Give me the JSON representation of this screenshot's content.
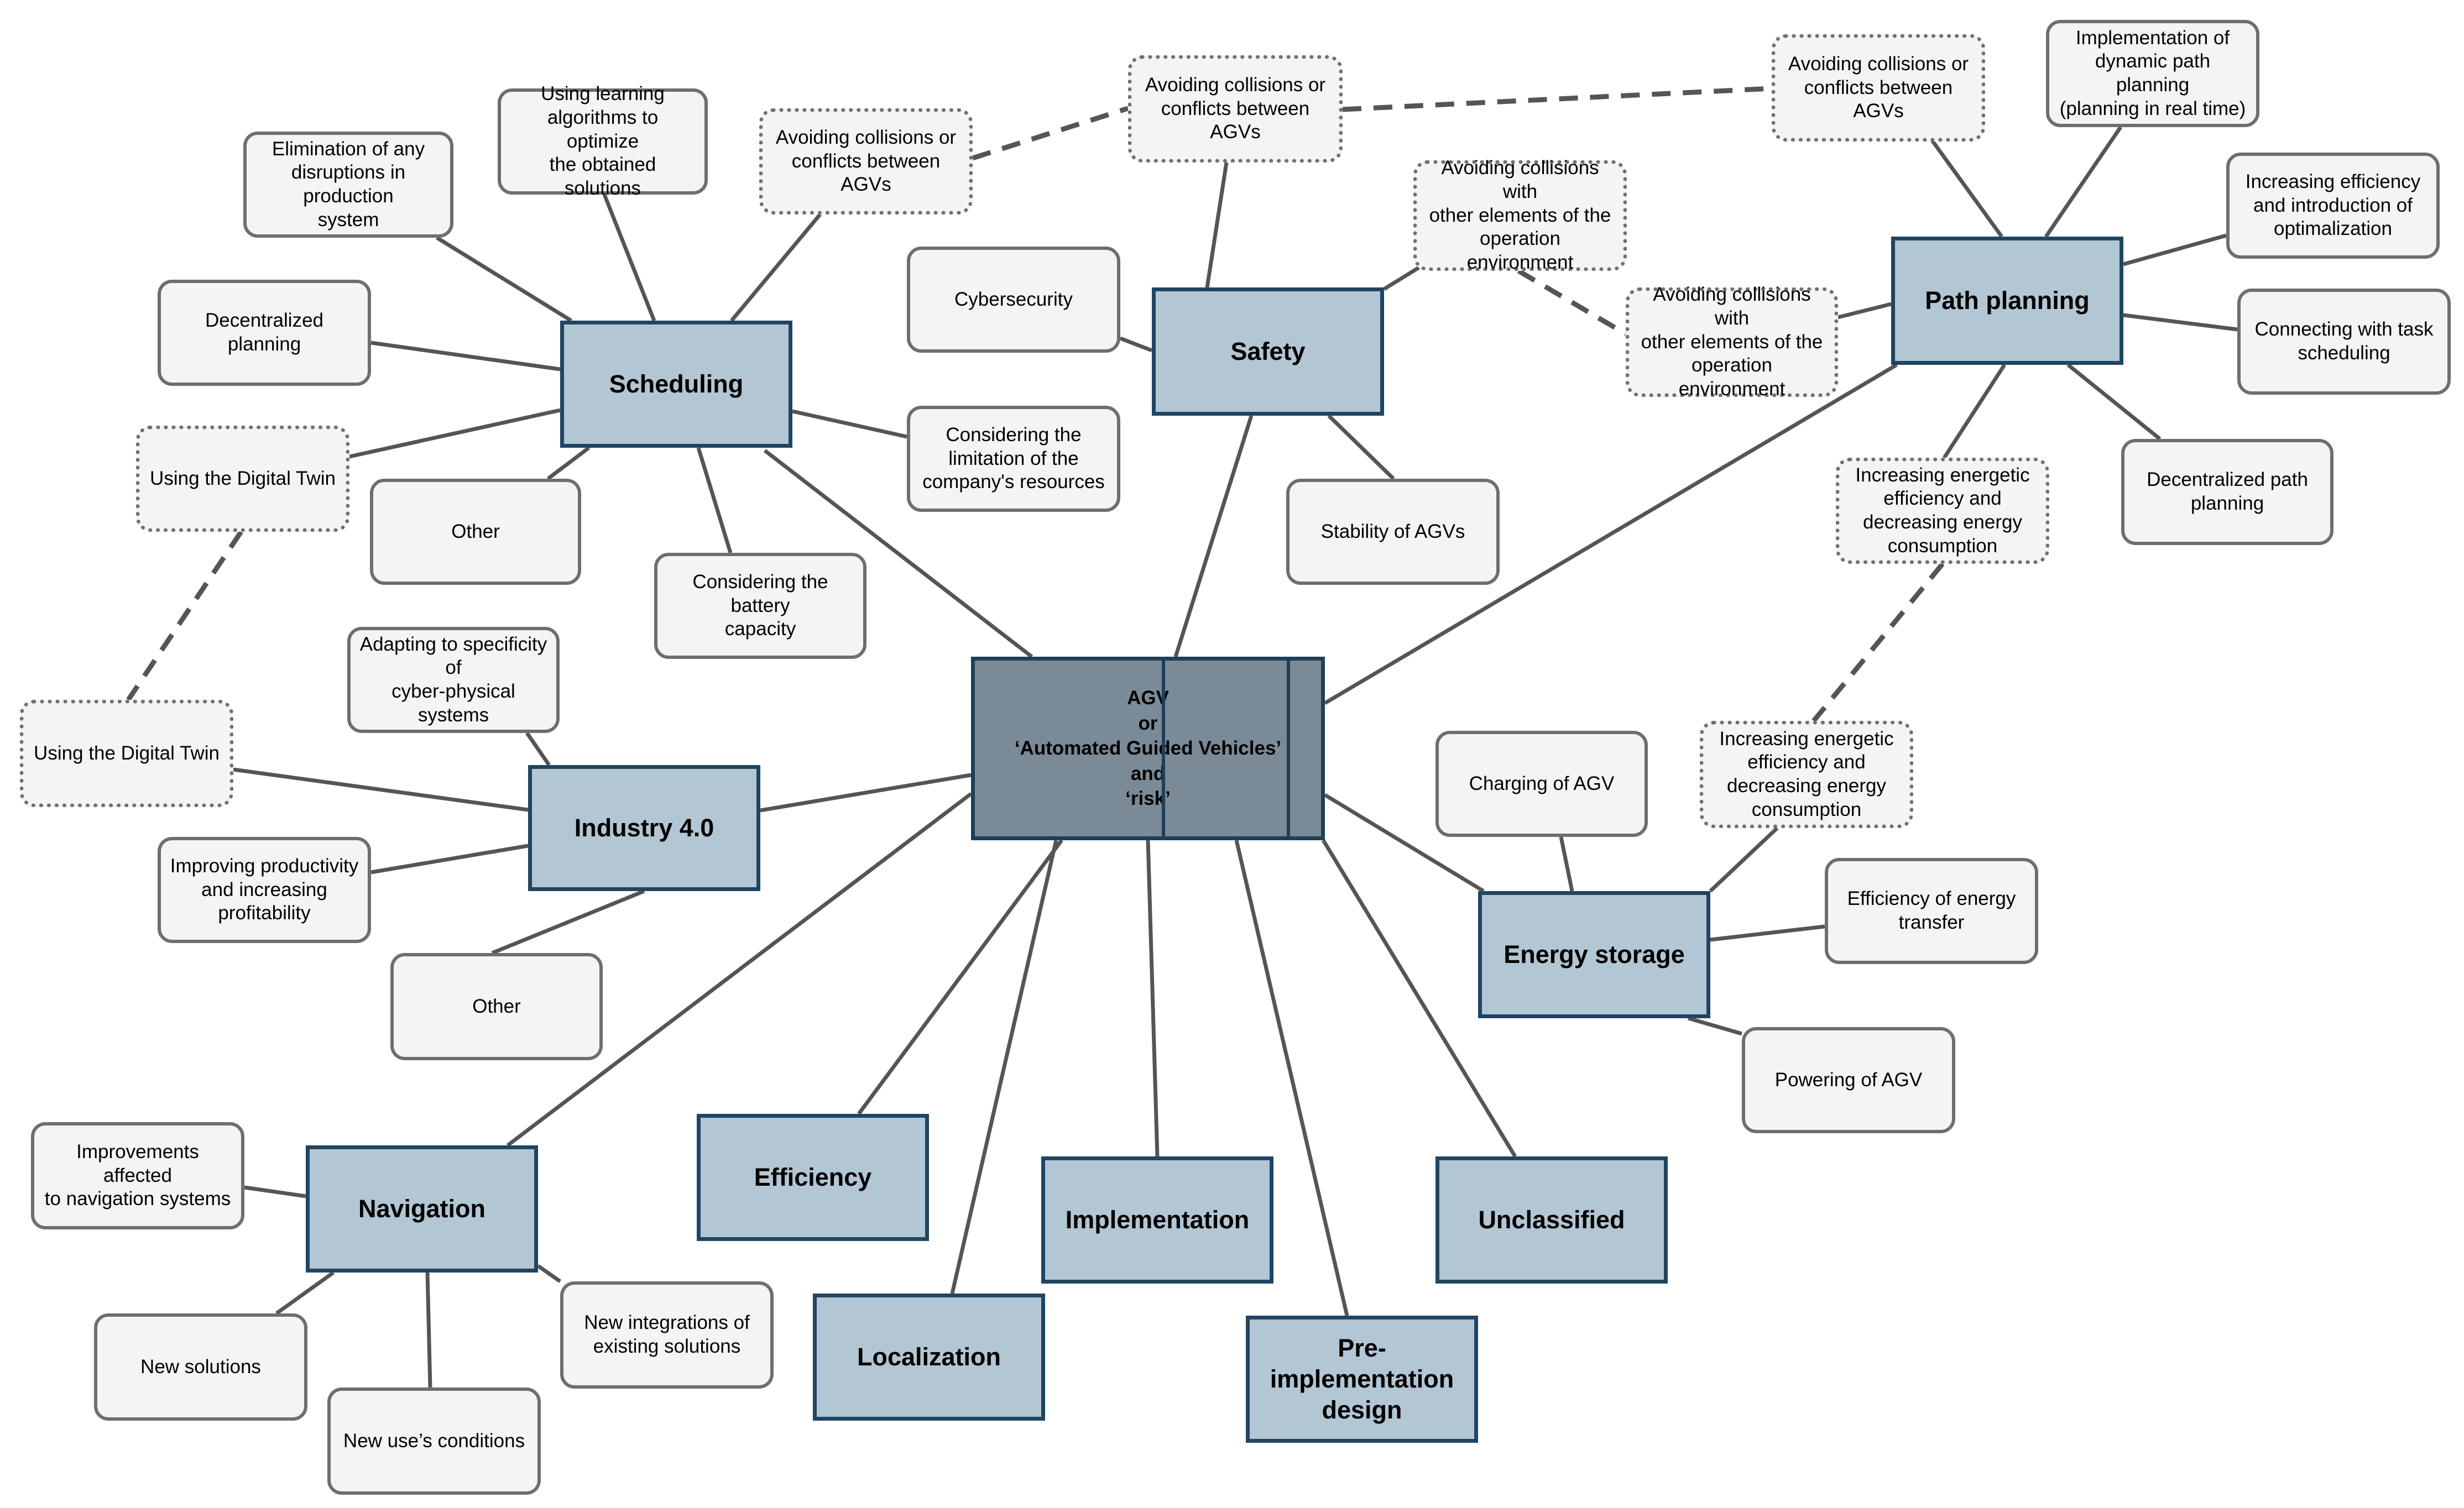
{
  "root": {
    "label": "AGV\nor\n‘Automated Guided Vehicles’\nand\n‘risk’"
  },
  "categories": {
    "scheduling": "Scheduling",
    "safety": "Safety",
    "path_planning": "Path planning",
    "industry": "Industry 4.0",
    "energy_storage": "Energy storage",
    "navigation": "Navigation",
    "efficiency": "Efficiency",
    "implementation": "Implementation",
    "unclassified": "Unclassified",
    "localization": "Localization",
    "pre_implementation": "Pre-implementation\ndesign"
  },
  "leaves": {
    "sched_learning": "Using learning\nalgorithms to optimize\nthe obtained solutions",
    "sched_disruptions": "Elimination of any\ndisruptions in production\nsystem",
    "sched_collisions": "Avoiding collisions or\nconflicts between AGVs",
    "sched_decentralized": "Decentralized planning",
    "sched_twin": "Using the Digital Twin",
    "sched_other": "Other",
    "sched_resources": "Considering the\nlimitation of the\ncompany's resources",
    "sched_battery": "Considering the battery\ncapacity",
    "safety_collisions": "Avoiding collisions or\nconflicts between AGVs",
    "safety_cyber": "Cybersecurity",
    "safety_env": "Avoiding collisions with\nother elements of the\noperation environment",
    "safety_stability": "Stability of AGVs",
    "path_collisions": "Avoiding collisions or\nconflicts between AGVs",
    "path_dynamic": "Implementation of\ndynamic path planning\n(planning in real time)",
    "path_efficiency": "Increasing efficiency\nand introduction of\noptimalization",
    "path_task": "Connecting with task\nscheduling",
    "path_env": "Avoiding collisions with\nother elements of the\noperation environment",
    "path_energy": "Increasing energetic\nefficiency and\ndecreasing energy\nconsumption",
    "path_decentralized": "Decentralized path\nplanning",
    "ind_cps": "Adapting to specificity of\ncyber-physical systems",
    "ind_twin": "Using the Digital Twin",
    "ind_productivity": "Improving productivity\nand increasing\nprofitability",
    "ind_other": "Other",
    "energy_charging": "Charging of AGV",
    "energy_increase": "Increasing energetic\nefficiency and\ndecreasing energy\nconsumption",
    "energy_transfer": "Efficiency of energy\ntransfer",
    "energy_powering": "Powering of AGV",
    "nav_improvements": "Improvements affected\nto navigation systems",
    "nav_new_solutions": "New solutions",
    "nav_conditions": "New use’s conditions",
    "nav_integrations": "New integrations of\nexisting solutions"
  },
  "colors": {
    "category_fill": "#b3c6d4",
    "category_border": "#1f4562",
    "root_fill": "#7a8a96",
    "leaf_fill": "#f4f4f4",
    "leaf_border": "#6e6e6e",
    "edge": "#555555"
  }
}
